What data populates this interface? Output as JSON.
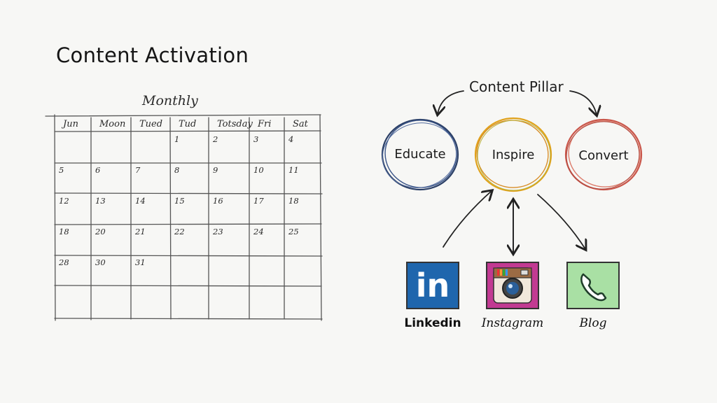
{
  "title": "Content Activation",
  "calendar": {
    "label": "Monthly",
    "days": [
      "Jun",
      "Moon",
      "Tued",
      "Tud",
      "Totsday",
      "Fri",
      "Sat"
    ],
    "weeks": [
      [
        "",
        "",
        "",
        "1",
        "2",
        "3",
        "4"
      ],
      [
        "5",
        "6",
        "7",
        "8",
        "9",
        "10",
        "11"
      ],
      [
        "12",
        "13",
        "14",
        "15",
        "16",
        "17",
        "18"
      ],
      [
        "18",
        "20",
        "21",
        "22",
        "23",
        "24",
        "25"
      ],
      [
        "28",
        "30",
        "31",
        "",
        "",
        "",
        ""
      ],
      [
        "",
        "",
        "",
        "",
        "",
        "",
        ""
      ]
    ]
  },
  "diagram": {
    "pillar_title": "Content Pillar",
    "pillars": [
      {
        "label": "Educate",
        "color": "#2b3f66"
      },
      {
        "label": "Inspire",
        "color": "#e0a21c"
      },
      {
        "label": "Convert",
        "color": "#c9564a"
      }
    ],
    "channels": [
      {
        "label": "Linkedin",
        "icon": "linkedin-icon",
        "color": "#1f66ad"
      },
      {
        "label": "Instagram",
        "icon": "instagram-icon",
        "color": "#c23a92"
      },
      {
        "label": "Blog",
        "icon": "phone-icon",
        "color": "#8fd38f"
      }
    ],
    "linkedin_logo_text": "in"
  }
}
